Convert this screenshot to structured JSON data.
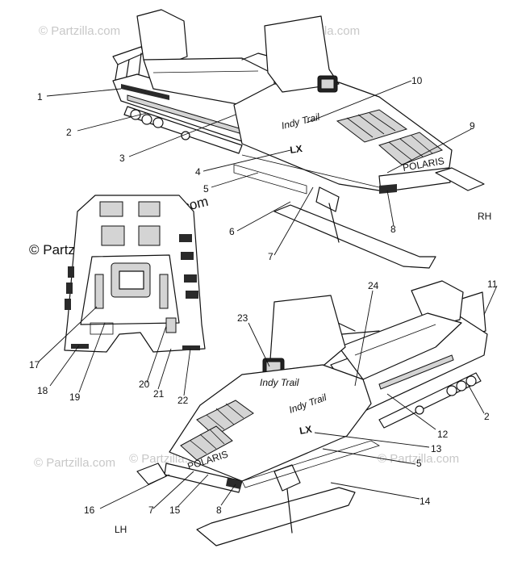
{
  "watermarks": {
    "text": "© Partzilla.com"
  },
  "side_labels": {
    "rh": "RH",
    "lh": "LH"
  },
  "callouts": {
    "c1": "1",
    "c2": "2",
    "c3": "3",
    "c4": "4",
    "c5": "5",
    "c6": "6",
    "c7": "7",
    "c8": "8",
    "c9": "9",
    "c10": "10",
    "c11": "11",
    "c12": "12",
    "c13": "13",
    "c14": "14",
    "c15": "15",
    "c16": "16",
    "c17": "17",
    "c18": "18",
    "c19": "19",
    "c20": "20",
    "c21": "21",
    "c22": "22",
    "c23": "23",
    "c24": "24"
  },
  "decals": {
    "lx": "LX",
    "brand": "POLARIS",
    "script": "Indy Trail"
  }
}
